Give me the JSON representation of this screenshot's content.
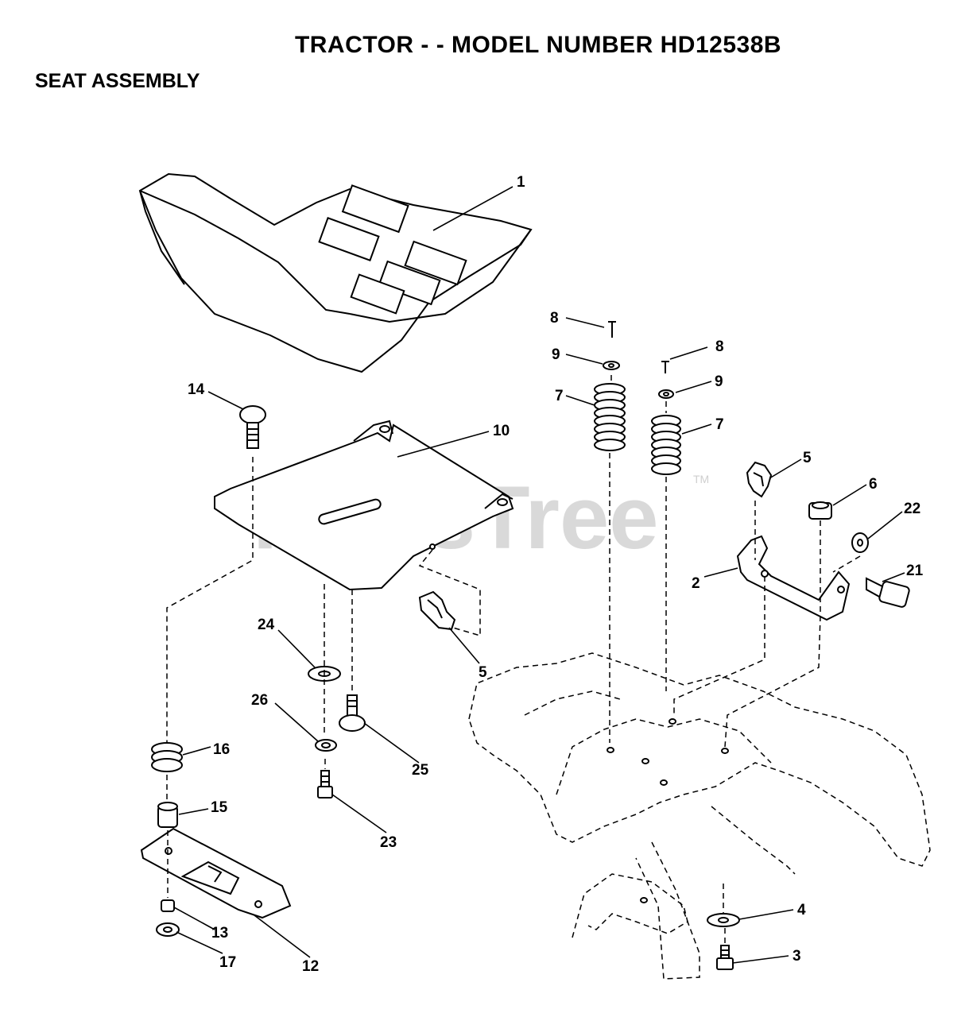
{
  "header": {
    "title": "TRACTOR - - MODEL NUMBER HD12538B",
    "subtitle": "SEAT ASSEMBLY"
  },
  "watermark": {
    "text": "PartsTree",
    "tm": "TM"
  },
  "callouts": {
    "c1": "1",
    "c2": "2",
    "c3": "3",
    "c4": "4",
    "c5a": "5",
    "c5b": "5",
    "c6": "6",
    "c7a": "7",
    "c7b": "7",
    "c8a": "8",
    "c8b": "8",
    "c9a": "9",
    "c9b": "9",
    "c10": "10",
    "c12": "12",
    "c13": "13",
    "c14": "14",
    "c15": "15",
    "c16": "16",
    "c17": "17",
    "c21": "21",
    "c22": "22",
    "c23": "23",
    "c24": "24",
    "c25": "25",
    "c26": "26"
  }
}
